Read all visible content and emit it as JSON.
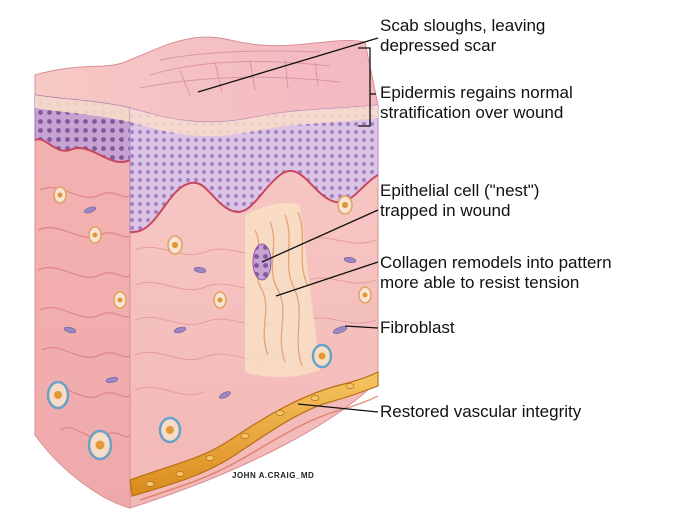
{
  "labels": {
    "scab": [
      "Scab sloughs, leaving",
      "depressed scar"
    ],
    "epidermis": [
      "Epidermis regains normal",
      "stratification over wound"
    ],
    "epithelial": [
      "Epithelial cell (\"nest\")",
      "trapped in wound"
    ],
    "collagen": [
      "Collagen remodels into pattern",
      "more able to resist tension"
    ],
    "fibroblast": [
      "Fibroblast"
    ],
    "vascular": [
      "Restored vascular integrity"
    ]
  },
  "signature": "JOHN A.CRAIG_MD",
  "colors": {
    "dermis": "#f4b6b4",
    "dermis_dark": "#e58b8d",
    "epidermis_purple": "#b894c6",
    "scab": "#f2c7cc",
    "collagen_scar": "#f7d9b6",
    "vessel": "#e7a43a"
  }
}
